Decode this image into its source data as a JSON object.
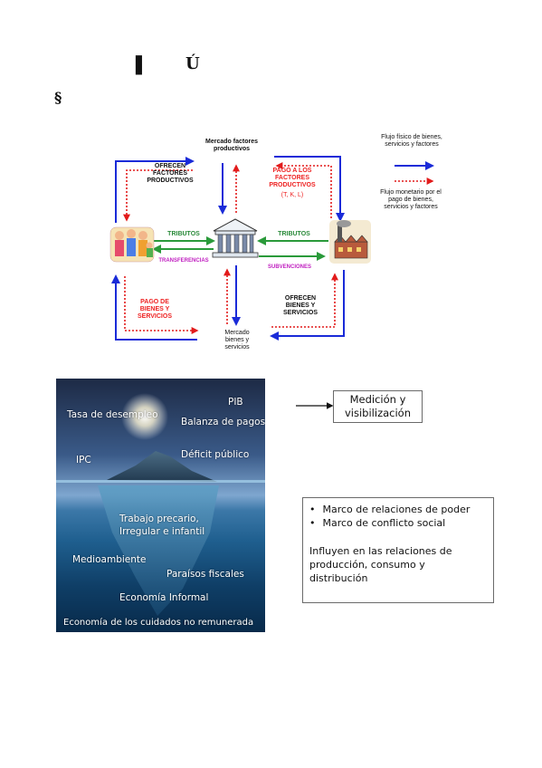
{
  "header": {
    "glyph1": "▌",
    "glyph2": "Ú",
    "glyph3": "§"
  },
  "flow_diagram": {
    "mercado_factores": "Mercado factores productivos",
    "ofrecen_factores": "OFRECEN FACTORES PRODUCTIVOS",
    "pago_factores": "PAGO A LOS FACTORES PRODUCTIVOS",
    "pago_factores_sub": "(T, K, L)",
    "tributos_left": "TRIBUTOS",
    "tributos_right": "TRIBUTOS",
    "transferencias": "TRANSFERENCIAS",
    "subvenciones": "SUBVENCIONES",
    "pago_bienes": "PAGO DE BIENES Y SERVICIOS",
    "ofrecen_bienes": "OFRECEN BIENES Y SERVICIOS",
    "mercado_bienes": "Mercado bienes y servicios",
    "legend_fisico": "Flujo físico de bienes, servicios y factores",
    "legend_monetario": "Flujo monetario por el pago de bienes, servicios y factores"
  },
  "iceberg": {
    "pib": "PIB",
    "tasa_desempleo": "Tasa de desempleo",
    "balanza_pagos": "Balanza de pagos",
    "ipc": "IPC",
    "deficit": "Déficit público",
    "trabajo_1": "Trabajo precario,",
    "trabajo_2": "Irregular e infantil",
    "medioambiente": "Medioambiente",
    "paraisos": "Paraísos fiscales",
    "economia_informal": "Economía Informal",
    "economia_cuidados": "Economía de los cuidados no remunerada"
  },
  "medicion_box": {
    "line1": "Medición y",
    "line2": "visibilización"
  },
  "marco_box": {
    "bullets": [
      "Marco de relaciones de poder",
      "Marco de conflicto social"
    ],
    "para1": "Influyen en las relaciones de",
    "para2": "producción, consumo y",
    "para3": "distribución"
  },
  "colors": {
    "physical_flow": "#1a2bd8",
    "monetary_flow": "#e21b1b",
    "public_flow": "#2a9a3a"
  }
}
